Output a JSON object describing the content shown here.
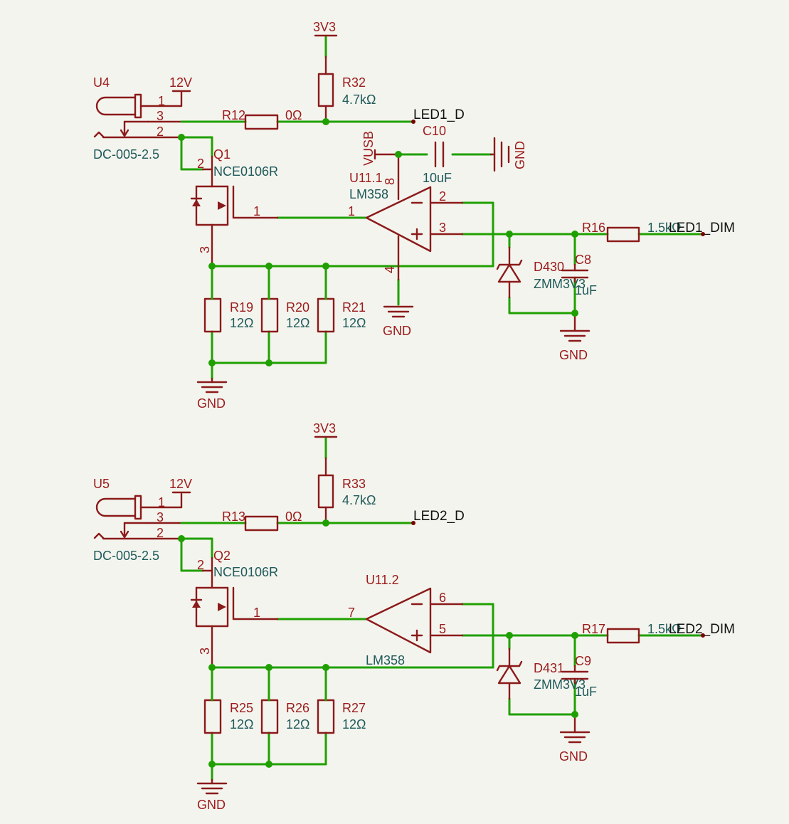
{
  "circuit1": {
    "u_ref": "U4",
    "u_val": "DC-005-2.5",
    "supply": "12V",
    "pin1": "1",
    "pin2": "2",
    "pin3": "3",
    "q_ref": "Q1",
    "q_val": "NCE0106R",
    "q_g": "1",
    "q_d": "2",
    "q_s": "3",
    "r12_ref": "R12",
    "r12_val": "0Ω",
    "vcc": "3V3",
    "r32_ref": "R32",
    "r32_val": "4.7kΩ",
    "net": "LED1_D",
    "vusb": "VUSB",
    "c10_ref": "C10",
    "c10_val": "10uF",
    "gnd": "GND",
    "op_ref": "U11.1",
    "op_val": "LM358",
    "op_out": "1",
    "op_inm": "2",
    "op_inp": "3",
    "op_vcc": "8",
    "op_gnd": "4",
    "r19_ref": "R19",
    "r20_ref": "R20",
    "r21_ref": "R21",
    "r_sense_val": "12Ω",
    "d_ref": "D430",
    "d_val": "ZMM3V3",
    "c8_ref": "C8",
    "c8_val": "1uF",
    "r16_ref": "R16",
    "r16_val": "1.5kΩ",
    "dim": "LED1_DIM"
  },
  "circuit2": {
    "u_ref": "U5",
    "u_val": "DC-005-2.5",
    "supply": "12V",
    "pin1": "1",
    "pin2": "2",
    "pin3": "3",
    "q_ref": "Q2",
    "q_val": "NCE0106R",
    "q_g": "1",
    "q_d": "2",
    "q_s": "3",
    "r13_ref": "R13",
    "r13_val": "0Ω",
    "vcc": "3V3",
    "r33_ref": "R33",
    "r33_val": "4.7kΩ",
    "net": "LED2_D",
    "op_ref": "U11.2",
    "op_val": "LM358",
    "op_out": "7",
    "op_inm": "6",
    "op_inp": "5",
    "r25_ref": "R25",
    "r26_ref": "R26",
    "r27_ref": "R27",
    "r_sense_val": "12Ω",
    "d_ref": "D431",
    "d_val": "ZMM3V3",
    "c9_ref": "C9",
    "c9_val": "1uF",
    "r17_ref": "R17",
    "r17_val": "1.5kΩ",
    "dim": "LED2_DIM",
    "gnd": "GND"
  }
}
